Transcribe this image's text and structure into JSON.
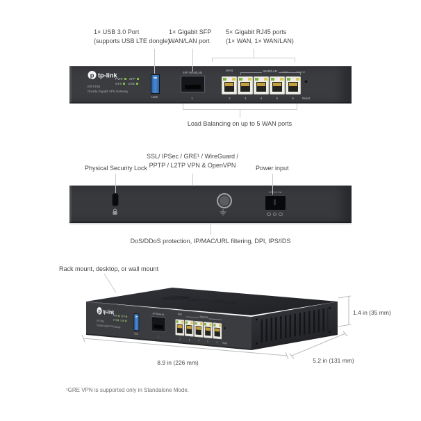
{
  "front": {
    "annotations": {
      "usb": [
        "1× USB 3.0 Port",
        "(supports USB LTE dongle)"
      ],
      "sfp": [
        "1× Gigabit SFP",
        "WAN/LAN port"
      ],
      "rj45": [
        "5× Gigabit RJ45 ports",
        "(1× WAN, 1× WAN/LAN)"
      ]
    },
    "panel": {
      "brand": "tp-link",
      "brand_p": "p",
      "leds": [
        "PWR",
        "SFP",
        "SYS",
        "USB"
      ],
      "model": "ER7206",
      "model_desc": "Omada Gigabit VPN Gateway",
      "usb_label": "USB",
      "sfp_label": "SFP WAN/LAN",
      "sfp_port": "1",
      "wan_label": "WAN",
      "wanlan_label": "WAN/LAN",
      "speed_1000": "1000M",
      "speed_100": "10/100M",
      "ports": [
        "2",
        "3",
        "4",
        "5",
        "6"
      ],
      "reset_label": "Reset"
    },
    "load_balancing": "Load Balancing on up to 5 WAN ports"
  },
  "back": {
    "annotations": {
      "lock": "Physical Security Lock",
      "vpn": [
        "SSL/ IPSec / GRE¹ / WireGuard /",
        "PPTP / L2TP VPN & OpenVPN"
      ],
      "power": "Power input"
    },
    "power_label": "12V⎓1.0A",
    "features": "DoS/DDoS protection, IP/MAC/URL filtering, DPI, IPS/IDS"
  },
  "iso": {
    "annotation": "Rack mount, desktop, or wall mount",
    "dim_width": "8.9 in (226 mm)",
    "dim_depth": "5.2 in (131 mm)",
    "dim_height": "1.4 in (35 mm)"
  },
  "footnote": "¹GRE VPN is supported only in Standalone Mode.",
  "colors": {
    "panel": "#3b3c40",
    "usb_blue": "#3a7cc4",
    "led_green": "#84c440",
    "callout_line": "#c9cacc"
  }
}
